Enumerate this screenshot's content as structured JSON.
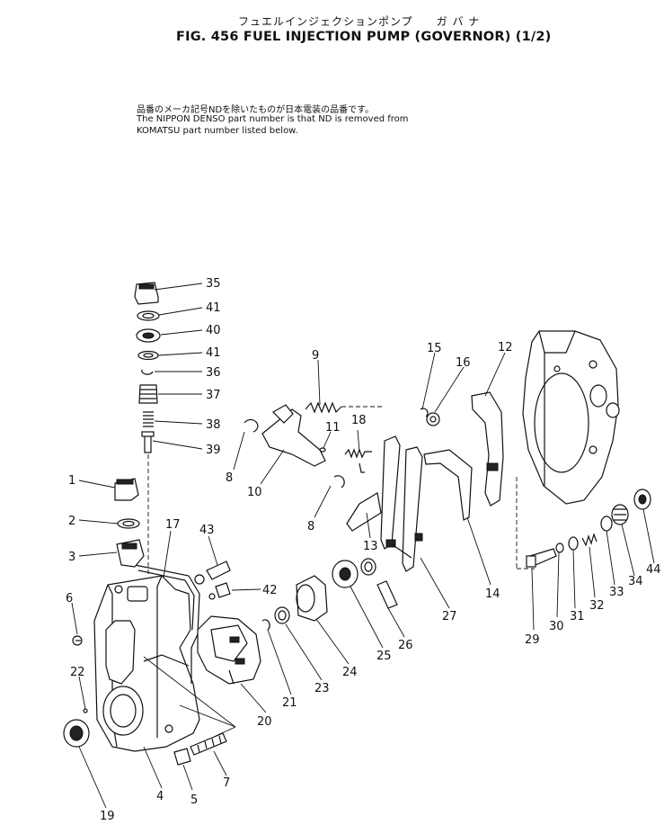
{
  "header": {
    "jp_title": "フュエルインジェクションポンプ　　ガ バ ナ",
    "fig_title": "FIG. 456  FUEL INJECTION PUMP (GOVERNOR) (1/2)"
  },
  "note": {
    "line1": "品番のメーカ記号NDを除いたものが日本電装の品番です。",
    "line2": "The NIPPON DENSO part number is that ND is removed from",
    "line3": "KOMATSU part number listed below."
  },
  "callouts": [
    "35",
    "41",
    "40",
    "41",
    "36",
    "37",
    "38",
    "39",
    "1",
    "2",
    "3",
    "6",
    "22",
    "19",
    "4",
    "5",
    "7",
    "17",
    "43",
    "42",
    "20",
    "21",
    "23",
    "24",
    "25",
    "26",
    "9",
    "11",
    "18",
    "10",
    "8",
    "8",
    "13",
    "15",
    "16",
    "12",
    "14",
    "27",
    "29",
    "30",
    "31",
    "32",
    "33",
    "34",
    "44"
  ]
}
